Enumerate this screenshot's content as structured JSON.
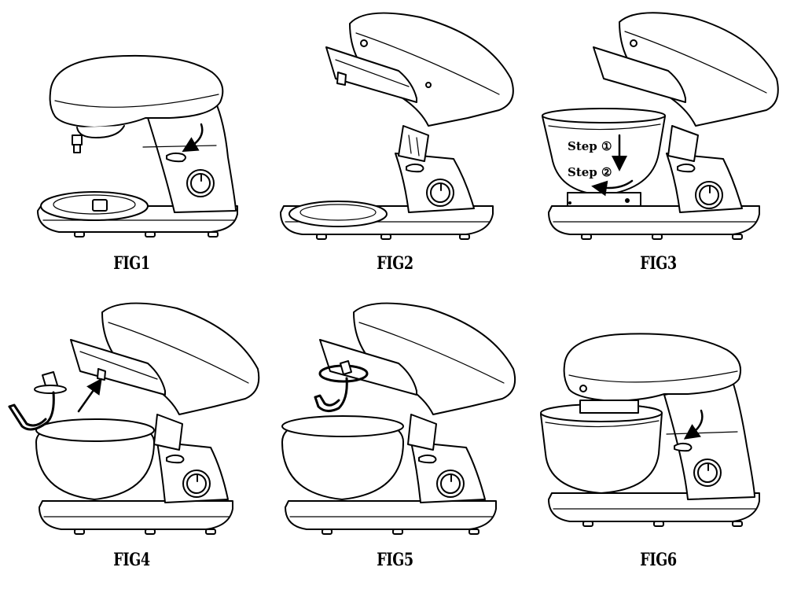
{
  "figures": [
    {
      "label": "FIG1"
    },
    {
      "label": "FIG2"
    },
    {
      "label": "FIG3",
      "step1": "Step ①",
      "step2": "Step ②"
    },
    {
      "label": "FIG4"
    },
    {
      "label": "FIG5"
    },
    {
      "label": "FIG6"
    }
  ]
}
